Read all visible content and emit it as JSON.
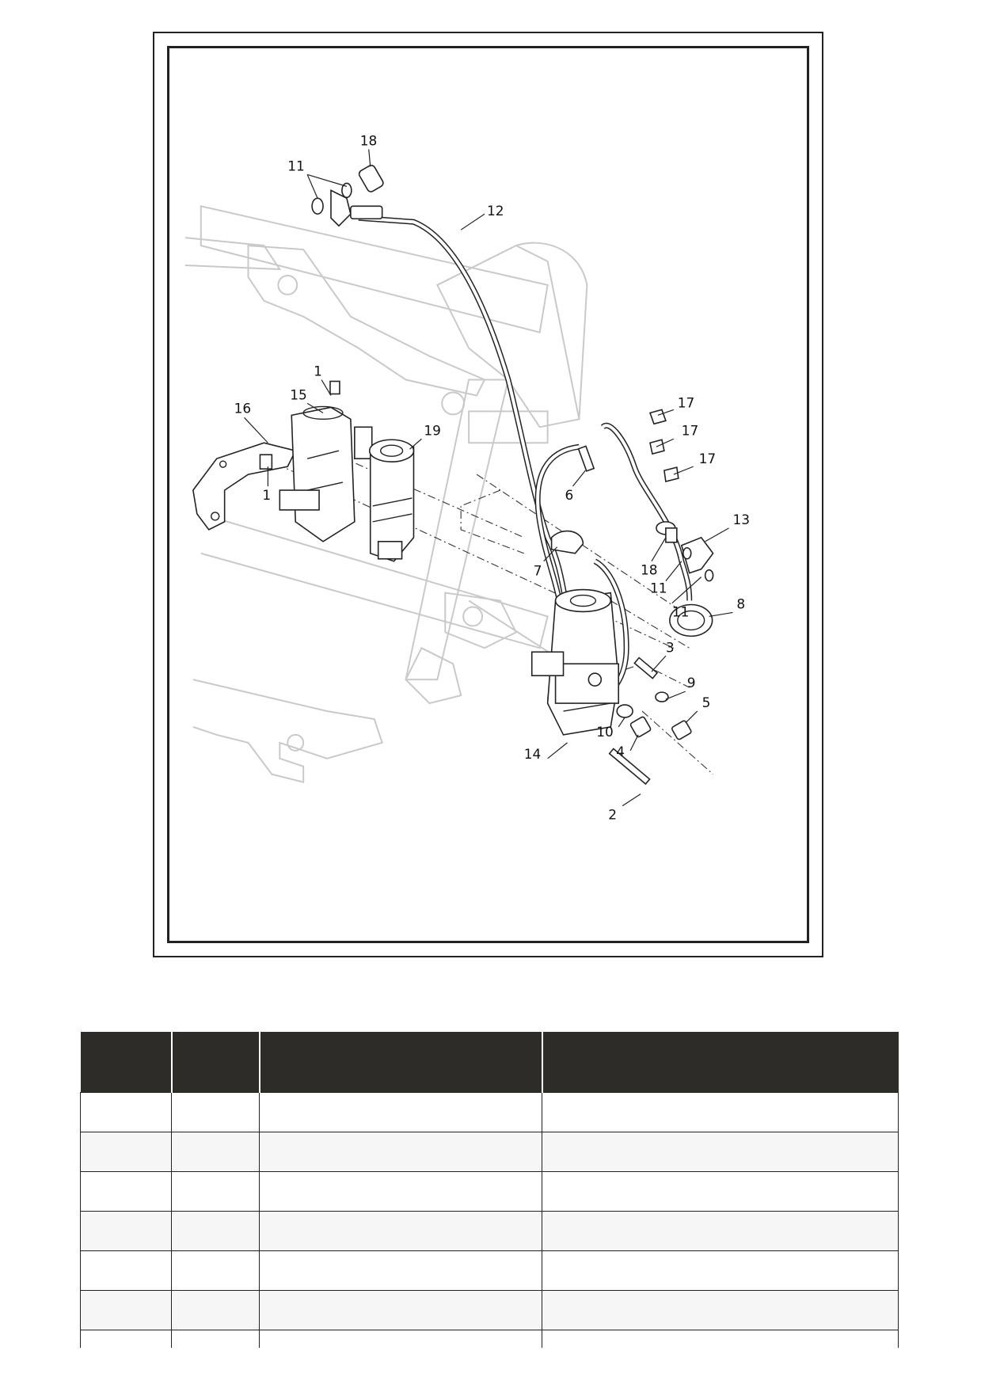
{
  "diagram": {
    "callouts": [
      {
        "id": "c18a",
        "label": "18"
      },
      {
        "id": "c11a",
        "label": "11"
      },
      {
        "id": "c12",
        "label": "12"
      },
      {
        "id": "c1a",
        "label": "1"
      },
      {
        "id": "c15",
        "label": "15"
      },
      {
        "id": "c16",
        "label": "16"
      },
      {
        "id": "c19",
        "label": "19"
      },
      {
        "id": "c1b",
        "label": "1"
      },
      {
        "id": "c17a",
        "label": "17"
      },
      {
        "id": "c17b",
        "label": "17"
      },
      {
        "id": "c17c",
        "label": "17"
      },
      {
        "id": "c6",
        "label": "6"
      },
      {
        "id": "c13",
        "label": "13"
      },
      {
        "id": "c7",
        "label": "7"
      },
      {
        "id": "c18b",
        "label": "18"
      },
      {
        "id": "c11b",
        "label": "11"
      },
      {
        "id": "c11c",
        "label": "11"
      },
      {
        "id": "c8",
        "label": "8"
      },
      {
        "id": "c3",
        "label": "3"
      },
      {
        "id": "c9",
        "label": "9"
      },
      {
        "id": "c5",
        "label": "5"
      },
      {
        "id": "c10",
        "label": "10"
      },
      {
        "id": "c4",
        "label": "4"
      },
      {
        "id": "c14",
        "label": "14"
      },
      {
        "id": "c2",
        "label": "2"
      }
    ]
  },
  "table": {
    "headers": [
      "",
      "",
      "",
      ""
    ],
    "rows": [
      [
        "",
        "",
        "",
        ""
      ],
      [
        "",
        "",
        "",
        ""
      ],
      [
        "",
        "",
        "",
        ""
      ],
      [
        "",
        "",
        "",
        ""
      ],
      [
        "",
        "",
        "",
        ""
      ],
      [
        "",
        "",
        "",
        ""
      ],
      [
        "",
        "",
        "",
        ""
      ]
    ]
  }
}
